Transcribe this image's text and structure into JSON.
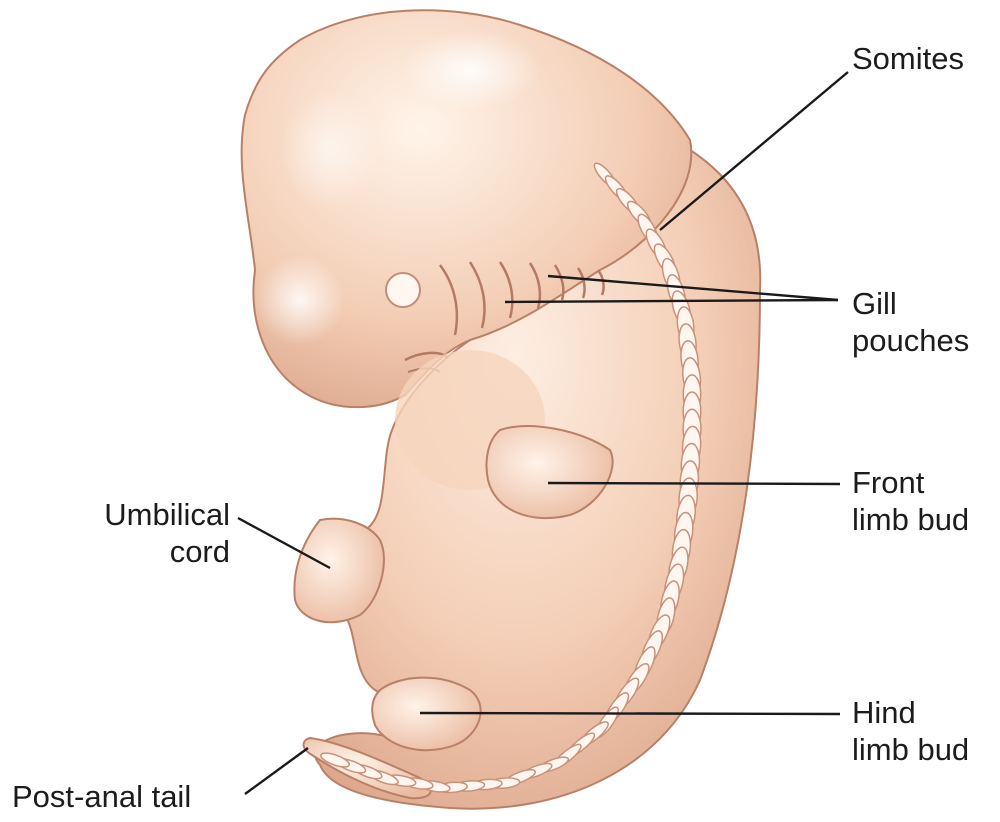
{
  "labels": {
    "somites": "Somites",
    "gill_1": "Gill",
    "gill_2": "pouches",
    "front_1": "Front",
    "front_2": "limb bud",
    "hind_1": "Hind",
    "hind_2": "limb bud",
    "umbilical_1": "Umbilical",
    "umbilical_2": "cord",
    "tail": "Post-anal tail"
  },
  "colors": {
    "skin_light": "#fbe6d6",
    "skin_mid": "#f1c7ad",
    "skin_shadow": "#d99f84",
    "outline": "#b37862",
    "somite": "#fff6ef",
    "leader": "#1a1a1a"
  }
}
